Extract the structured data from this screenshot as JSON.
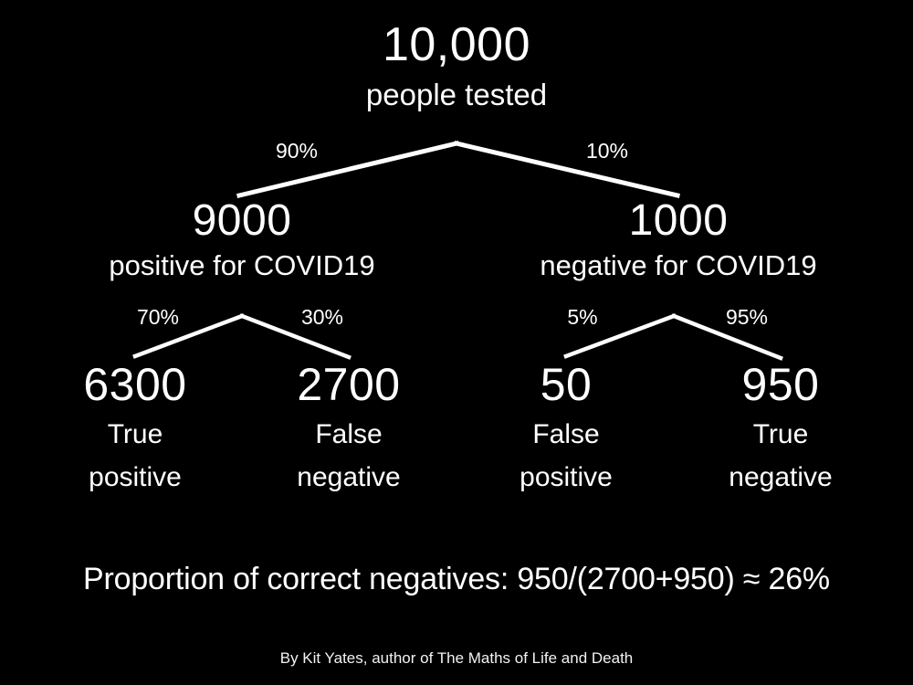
{
  "background_color": "#000000",
  "text_color": "#ffffff",
  "tree": {
    "root": {
      "count": "10,000",
      "caption": "people tested"
    },
    "level2": [
      {
        "count": "9000",
        "caption": "positive for COVID19",
        "branch_pct": "90%"
      },
      {
        "count": "1000",
        "caption": "negative for COVID19",
        "branch_pct": "10%"
      }
    ],
    "leaves": [
      {
        "count": "6300",
        "caption_line1": "True",
        "caption_line2": "positive",
        "branch_pct": "70%"
      },
      {
        "count": "2700",
        "caption_line1": "False",
        "caption_line2": "negative",
        "branch_pct": "30%"
      },
      {
        "count": "50",
        "caption_line1": "False",
        "caption_line2": "positive",
        "branch_pct": "5%"
      },
      {
        "count": "950",
        "caption_line1": "True",
        "caption_line2": "negative",
        "branch_pct": "95%"
      }
    ]
  },
  "conclusion": "Proportion of correct negatives: 950/(2700+950) ≈ 26%",
  "attribution": "By Kit Yates, author of The Maths of Life and Death",
  "chart_data": {
    "type": "diagram",
    "title": "COVID19 test outcome probability tree",
    "nodes": [
      {
        "id": "root",
        "label": "10,000 people tested",
        "value": 10000,
        "level": 0
      },
      {
        "id": "positive",
        "label": "9000 positive for COVID19",
        "value": 9000,
        "level": 1,
        "parent": "root",
        "edge_pct": 90
      },
      {
        "id": "negative",
        "label": "1000 negative for COVID19",
        "value": 1000,
        "level": 1,
        "parent": "root",
        "edge_pct": 10
      },
      {
        "id": "tp",
        "label": "6300 True positive",
        "value": 6300,
        "level": 2,
        "parent": "positive",
        "edge_pct": 70
      },
      {
        "id": "fn",
        "label": "2700 False negative",
        "value": 2700,
        "level": 2,
        "parent": "positive",
        "edge_pct": 30
      },
      {
        "id": "fp",
        "label": "50 False positive",
        "value": 50,
        "level": 2,
        "parent": "negative",
        "edge_pct": 5
      },
      {
        "id": "tn",
        "label": "950 True negative",
        "value": 950,
        "level": 2,
        "parent": "negative",
        "edge_pct": 95
      }
    ],
    "annotation": "Proportion of correct negatives: 950/(2700+950) ≈ 26%"
  }
}
